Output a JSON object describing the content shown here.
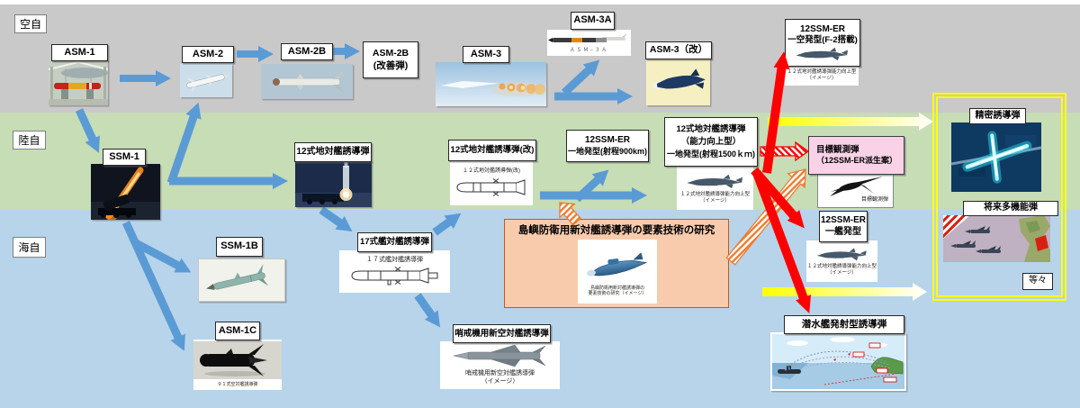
{
  "bands": {
    "air": "空自",
    "ground": "陸自",
    "maritime": "海自"
  },
  "air": {
    "asm1": "ASM-1",
    "asm2": "ASM-2",
    "asm2b": "ASM-2B",
    "asm2b_kai_l1": "ASM-2B",
    "asm2b_kai_l2": "(改善弾)",
    "asm3": "ASM-3",
    "asm3a": "ASM-3A",
    "asm3a_caption": "ＡＳＭ−３Ａ",
    "asm3_kai": "ASM-3（改）",
    "er_air_l1": "12SSM-ER",
    "er_air_l2": "一空発型(F-2搭載)",
    "er_air_cap1": "１２式地対艦誘導弾能力向上型",
    "er_air_cap2": "（イメージ）"
  },
  "ground": {
    "ssm1": "SSM-1",
    "type12": "12式地対艦誘導弾",
    "type12_kai": "12式地対艦誘導弾(改)",
    "type12_kai_caption": "１２式地対艦誘導弾(改)",
    "er_ground_l1": "12SSM-ER",
    "er_ground_l2": "一地発型(射程900km)",
    "type12_up_l1": "12式地対艦誘導弾",
    "type12_up_l2": "（能力向上型）",
    "type12_up_l3": "一地発型(射程1500ｋｍ)",
    "type12_up_cap1": "１２式地対艦誘導弾能力向上型",
    "type12_up_cap2": "（イメージ）",
    "target_obs_l1": "目標観測弾",
    "target_obs_l2": "（12SSM-ER派生案）",
    "target_obs_caption": "目標観測弾"
  },
  "maritime": {
    "ssm1b": "SSM-1B",
    "asm1c": "ASM-1C",
    "asm1c_caption": "９１式空対艦誘導弾",
    "type17": "17式艦対艦誘導弾",
    "type17_caption": "１７式艦対艦誘導弾",
    "patrol": "哨戒機用新空対艦誘導弾",
    "patrol_cap1": "哨戒機用新空対艦誘導弾",
    "patrol_cap2": "（イメージ）",
    "island_title": "島嶼防衛用新対艦誘導弾の要素技術の研究",
    "island_cap1": "島嶼防衛用新対艦誘導弾の",
    "island_cap2": "要素技術の研究（イメージ）",
    "er_ship_l1": "12SSM-ER",
    "er_ship_l2": "一艦発型",
    "er_ship_cap1": "１２式地対艦誘導弾能力向上型",
    "er_ship_cap2": "（イメージ）",
    "submarine": "潜水艦発射型誘導弾"
  },
  "future": {
    "precision": "精密誘導弾",
    "multirole": "将来多機能弾",
    "etc": "等々"
  },
  "colors": {
    "band_air": "#C9C9C9",
    "band_ground": "#C6DDB5",
    "band_maritime": "#B7D4EA",
    "arrow_blue": "#5B9BD5",
    "arrow_red": "#FF0000",
    "arrow_orange": "#ED7D31",
    "island_box_fill": "#F8CBAD",
    "island_box_border": "#C55A11",
    "target_obs_fill": "#F9D2E8",
    "highlight_yellow": "#FFFF00"
  }
}
